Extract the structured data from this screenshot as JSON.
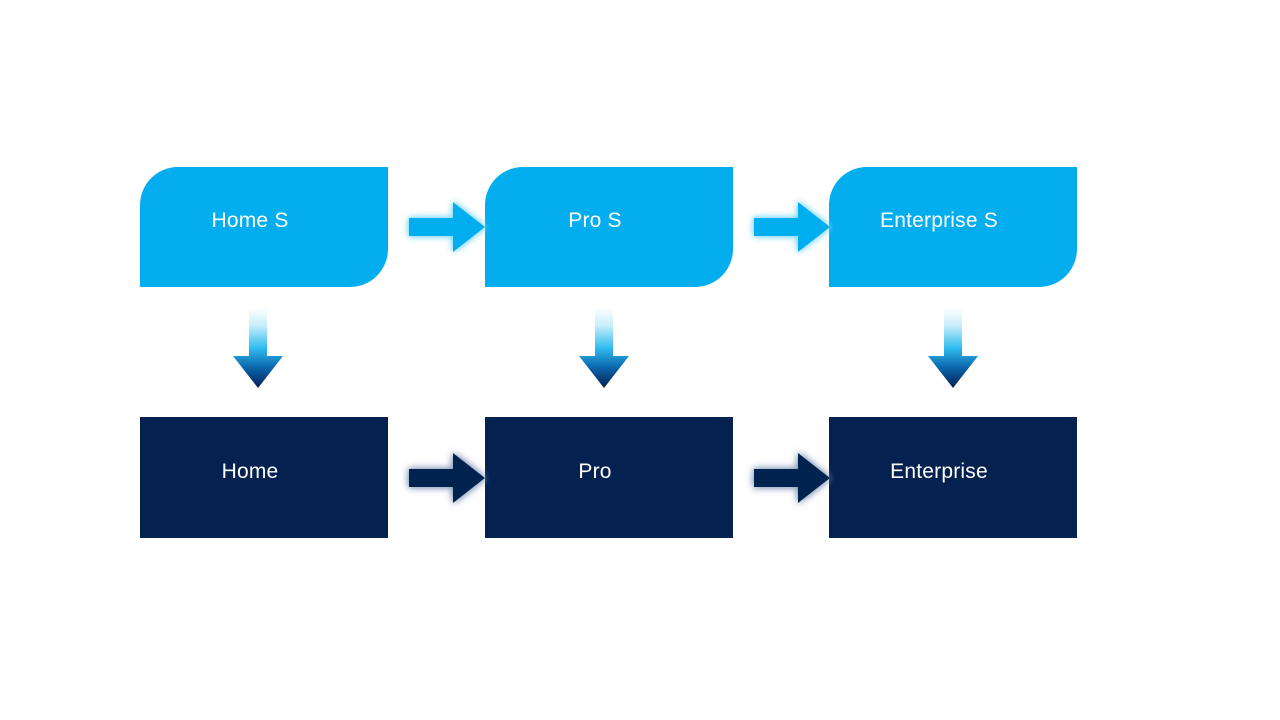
{
  "diagram": {
    "type": "process-flow",
    "title": "",
    "background_color": "#ffffff",
    "colors": {
      "service_fill": "#03ADEE",
      "product_fill": "#04214F",
      "label_text": "#ffffff",
      "right_arrow_service": "#03ADEE",
      "right_arrow_product": "#04214F",
      "down_arrow_gradient_start": "#ffffff",
      "down_arrow_gradient_mid": "#16B1ED",
      "down_arrow_gradient_end": "#062A63"
    },
    "rows": [
      {
        "id": "services-row",
        "style": "service",
        "nodes": [
          {
            "id": "home-s",
            "label": "Home S"
          },
          {
            "id": "pro-s",
            "label": "Pro S"
          },
          {
            "id": "enterprise-s",
            "label": "Enterprise S"
          }
        ],
        "connectors": [
          {
            "id": "home-s-to-pro-s",
            "direction": "right",
            "icon": "right-arrow-icon"
          },
          {
            "id": "pro-s-to-enterprise-s",
            "direction": "right",
            "icon": "right-arrow-icon"
          }
        ]
      },
      {
        "id": "products-row",
        "style": "product",
        "nodes": [
          {
            "id": "home",
            "label": "Home"
          },
          {
            "id": "pro",
            "label": "Pro"
          },
          {
            "id": "enterprise",
            "label": "Enterprise"
          }
        ],
        "connectors": [
          {
            "id": "home-to-pro",
            "direction": "right",
            "icon": "right-arrow-icon"
          },
          {
            "id": "pro-to-enterprise",
            "direction": "right",
            "icon": "right-arrow-icon"
          }
        ]
      }
    ],
    "vertical_connectors": [
      {
        "id": "home-s-to-home",
        "direction": "down",
        "icon": "down-arrow-icon"
      },
      {
        "id": "pro-s-to-pro",
        "direction": "down",
        "icon": "down-arrow-icon"
      },
      {
        "id": "enterprise-s-to-enterprise",
        "direction": "down",
        "icon": "down-arrow-icon"
      }
    ]
  }
}
